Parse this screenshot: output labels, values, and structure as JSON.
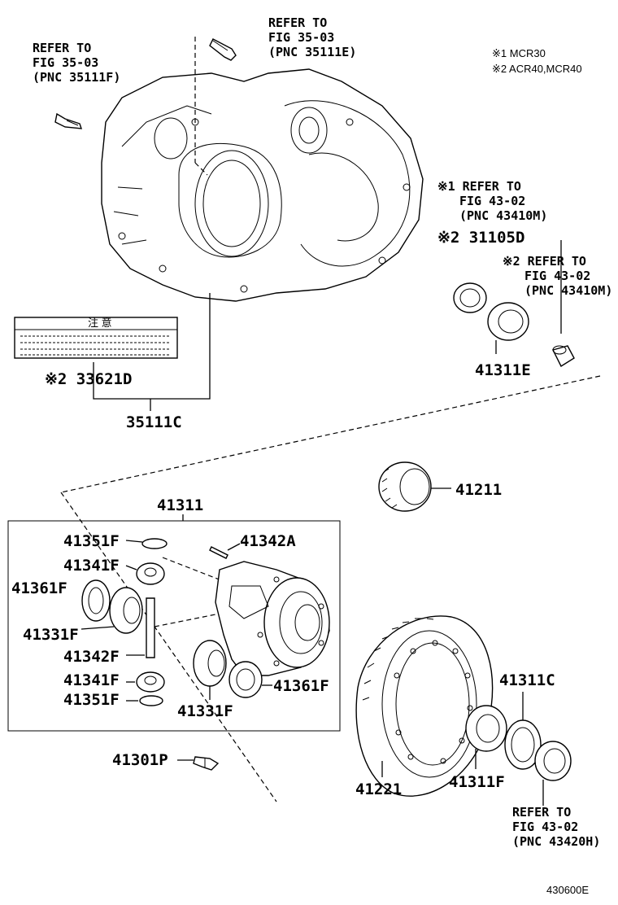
{
  "notes": {
    "note1": "※1 MCR30",
    "note2": "※2 ACR40,MCR40"
  },
  "refs": {
    "ref_left": [
      "REFER TO",
      "FIG 35-03",
      "(PNC 35111F)"
    ],
    "ref_top": [
      "REFER TO",
      "FIG 35-03",
      "(PNC 35111E)"
    ],
    "ref_right1": [
      "※1 REFER TO",
      "FIG 43-02",
      "(PNC 43410M)"
    ],
    "ref_right2": [
      "※2 REFER TO",
      "FIG 43-02",
      "(PNC 43410M)"
    ],
    "ref_bottom": [
      "REFER TO",
      "FIG 43-02",
      "(PNC 43420H)"
    ]
  },
  "parts": {
    "p31105D": "※2 31105D",
    "p41311E": "41311E",
    "p33621D": "※2 33621D",
    "p35111C": "35111C",
    "p41211": "41211",
    "p41311": "41311",
    "p41351F_top": "41351F",
    "p41342A": "41342A",
    "p41341F_top": "41341F",
    "p41361F_left": "41361F",
    "p41331F_left": "41331F",
    "p41342F": "41342F",
    "p41341F_bot": "41341F",
    "p41351F_bot": "41351F",
    "p41331F_bot": "41331F",
    "p41361F_right": "41361F",
    "p41301P": "41301P",
    "p41221": "41221",
    "p41311C": "41311C",
    "p41311F": "41311F"
  },
  "label_sticker": {
    "title": "注 意"
  },
  "figure_id": "430600E"
}
